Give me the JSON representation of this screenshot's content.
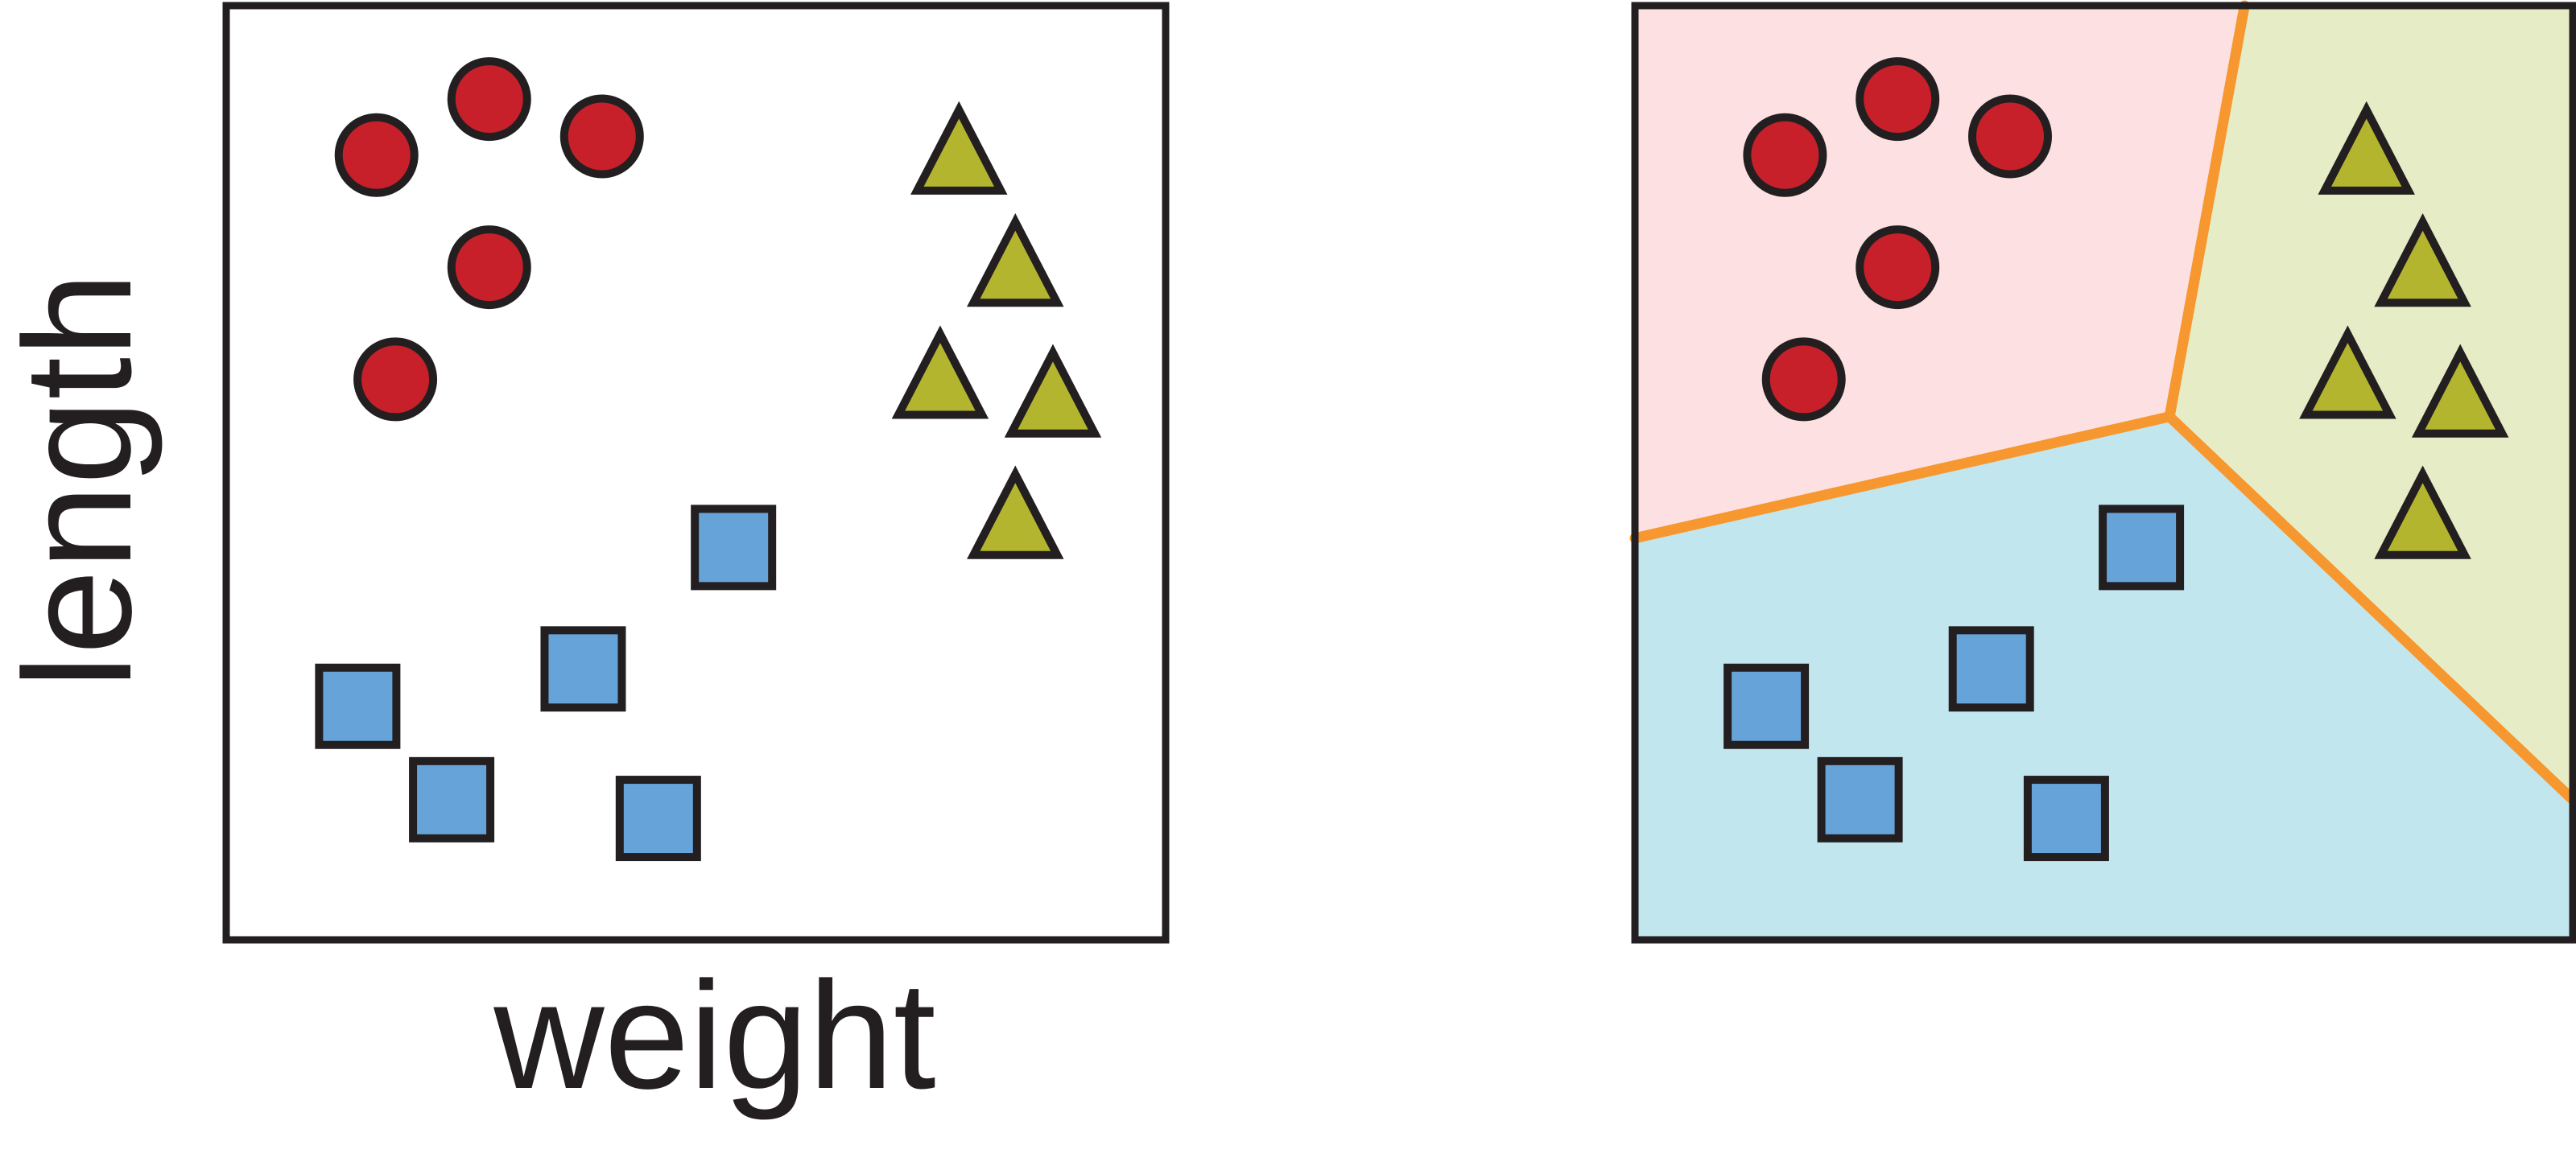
{
  "figure": {
    "xlabel": "weight",
    "ylabel": "length"
  },
  "colors": {
    "frame": "#231f20",
    "circle": "#c8202a",
    "triangle": "#b4b52e",
    "square": "#66a3d8",
    "region_circle": "#fde1e2",
    "region_triangle": "#e6ecc6",
    "region_square": "#c2e6ee",
    "boundary": "#f7972f"
  },
  "chart_data": [
    {
      "type": "scatter",
      "panel": "left",
      "xlabel": "weight",
      "ylabel": "length",
      "xlim": [
        0,
        100
      ],
      "ylim": [
        0,
        100
      ],
      "grid": false,
      "series": [
        {
          "shape": "circle",
          "points": [
            [
              16,
              84
            ],
            [
              28,
              90
            ],
            [
              40,
              86
            ],
            [
              28,
              72
            ],
            [
              18,
              60
            ]
          ]
        },
        {
          "shape": "triangle",
          "points": [
            [
              78,
              84
            ],
            [
              84,
              72
            ],
            [
              76,
              60
            ],
            [
              88,
              58
            ],
            [
              84,
              45
            ]
          ]
        },
        {
          "shape": "square",
          "points": [
            [
              54,
              42
            ],
            [
              38,
              29
            ],
            [
              14,
              25
            ],
            [
              24,
              15
            ],
            [
              46,
              13
            ]
          ]
        }
      ]
    },
    {
      "type": "scatter",
      "panel": "right",
      "xlim": [
        0,
        100
      ],
      "ylim": [
        0,
        100
      ],
      "grid": false,
      "regions": [
        {
          "class": "circle",
          "polygon": [
            [
              0,
              100
            ],
            [
              65,
              100
            ],
            [
              57,
              56
            ],
            [
              0,
              43
            ]
          ]
        },
        {
          "class": "triangle",
          "polygon": [
            [
              65,
              100
            ],
            [
              100,
              100
            ],
            [
              100,
              15
            ],
            [
              57,
              56
            ]
          ]
        },
        {
          "class": "square",
          "polygon": [
            [
              0,
              43
            ],
            [
              57,
              56
            ],
            [
              100,
              15
            ],
            [
              100,
              0
            ],
            [
              0,
              0
            ]
          ]
        }
      ],
      "boundaries": [
        [
          [
            0,
            43
          ],
          [
            57,
            56
          ]
        ],
        [
          [
            57,
            56
          ],
          [
            65,
            100
          ]
        ],
        [
          [
            57,
            56
          ],
          [
            100,
            15
          ]
        ]
      ],
      "series": [
        {
          "shape": "circle",
          "points": [
            [
              16,
              84
            ],
            [
              28,
              90
            ],
            [
              40,
              86
            ],
            [
              28,
              72
            ],
            [
              18,
              60
            ]
          ]
        },
        {
          "shape": "triangle",
          "points": [
            [
              78,
              84
            ],
            [
              84,
              72
            ],
            [
              76,
              60
            ],
            [
              88,
              58
            ],
            [
              84,
              45
            ]
          ]
        },
        {
          "shape": "square",
          "points": [
            [
              54,
              42
            ],
            [
              38,
              29
            ],
            [
              14,
              25
            ],
            [
              24,
              15
            ],
            [
              46,
              13
            ]
          ]
        }
      ]
    }
  ]
}
